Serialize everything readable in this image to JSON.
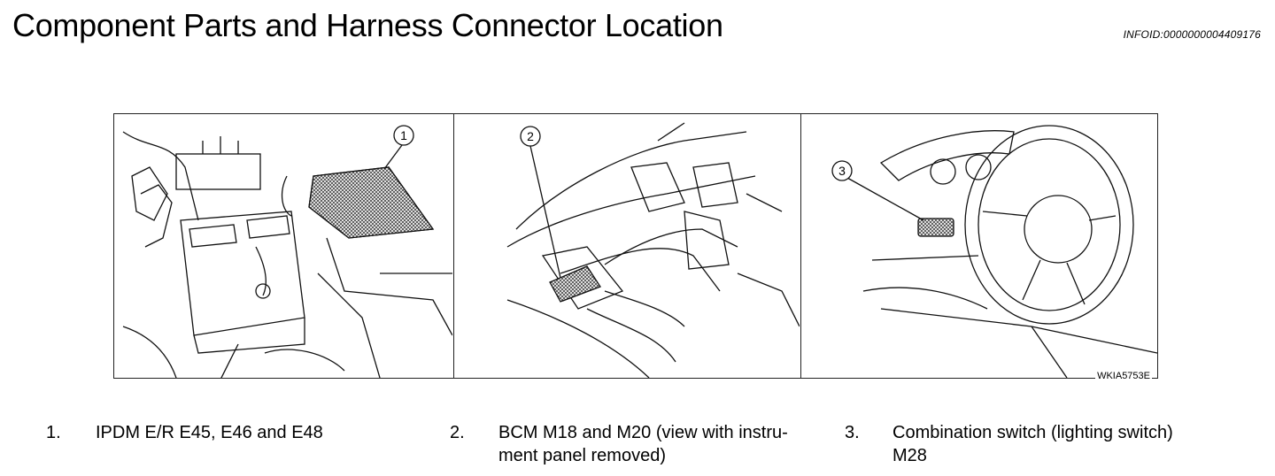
{
  "header": {
    "title": "Component Parts and Harness Connector Location",
    "info_id": "INFOID:0000000004409176"
  },
  "figure": {
    "code": "WKIA5753E",
    "callouts": [
      "1",
      "2",
      "3"
    ]
  },
  "legend": [
    {
      "number": "1.",
      "text": "IPDM E/R E45, E46 and E48"
    },
    {
      "number": "2.",
      "text_line1": "BCM M18 and M20 (view with instru-",
      "text_line2": "ment panel removed)"
    },
    {
      "number": "3.",
      "text_line1": "Combination switch (lighting switch)",
      "text_line2": "M28"
    }
  ]
}
